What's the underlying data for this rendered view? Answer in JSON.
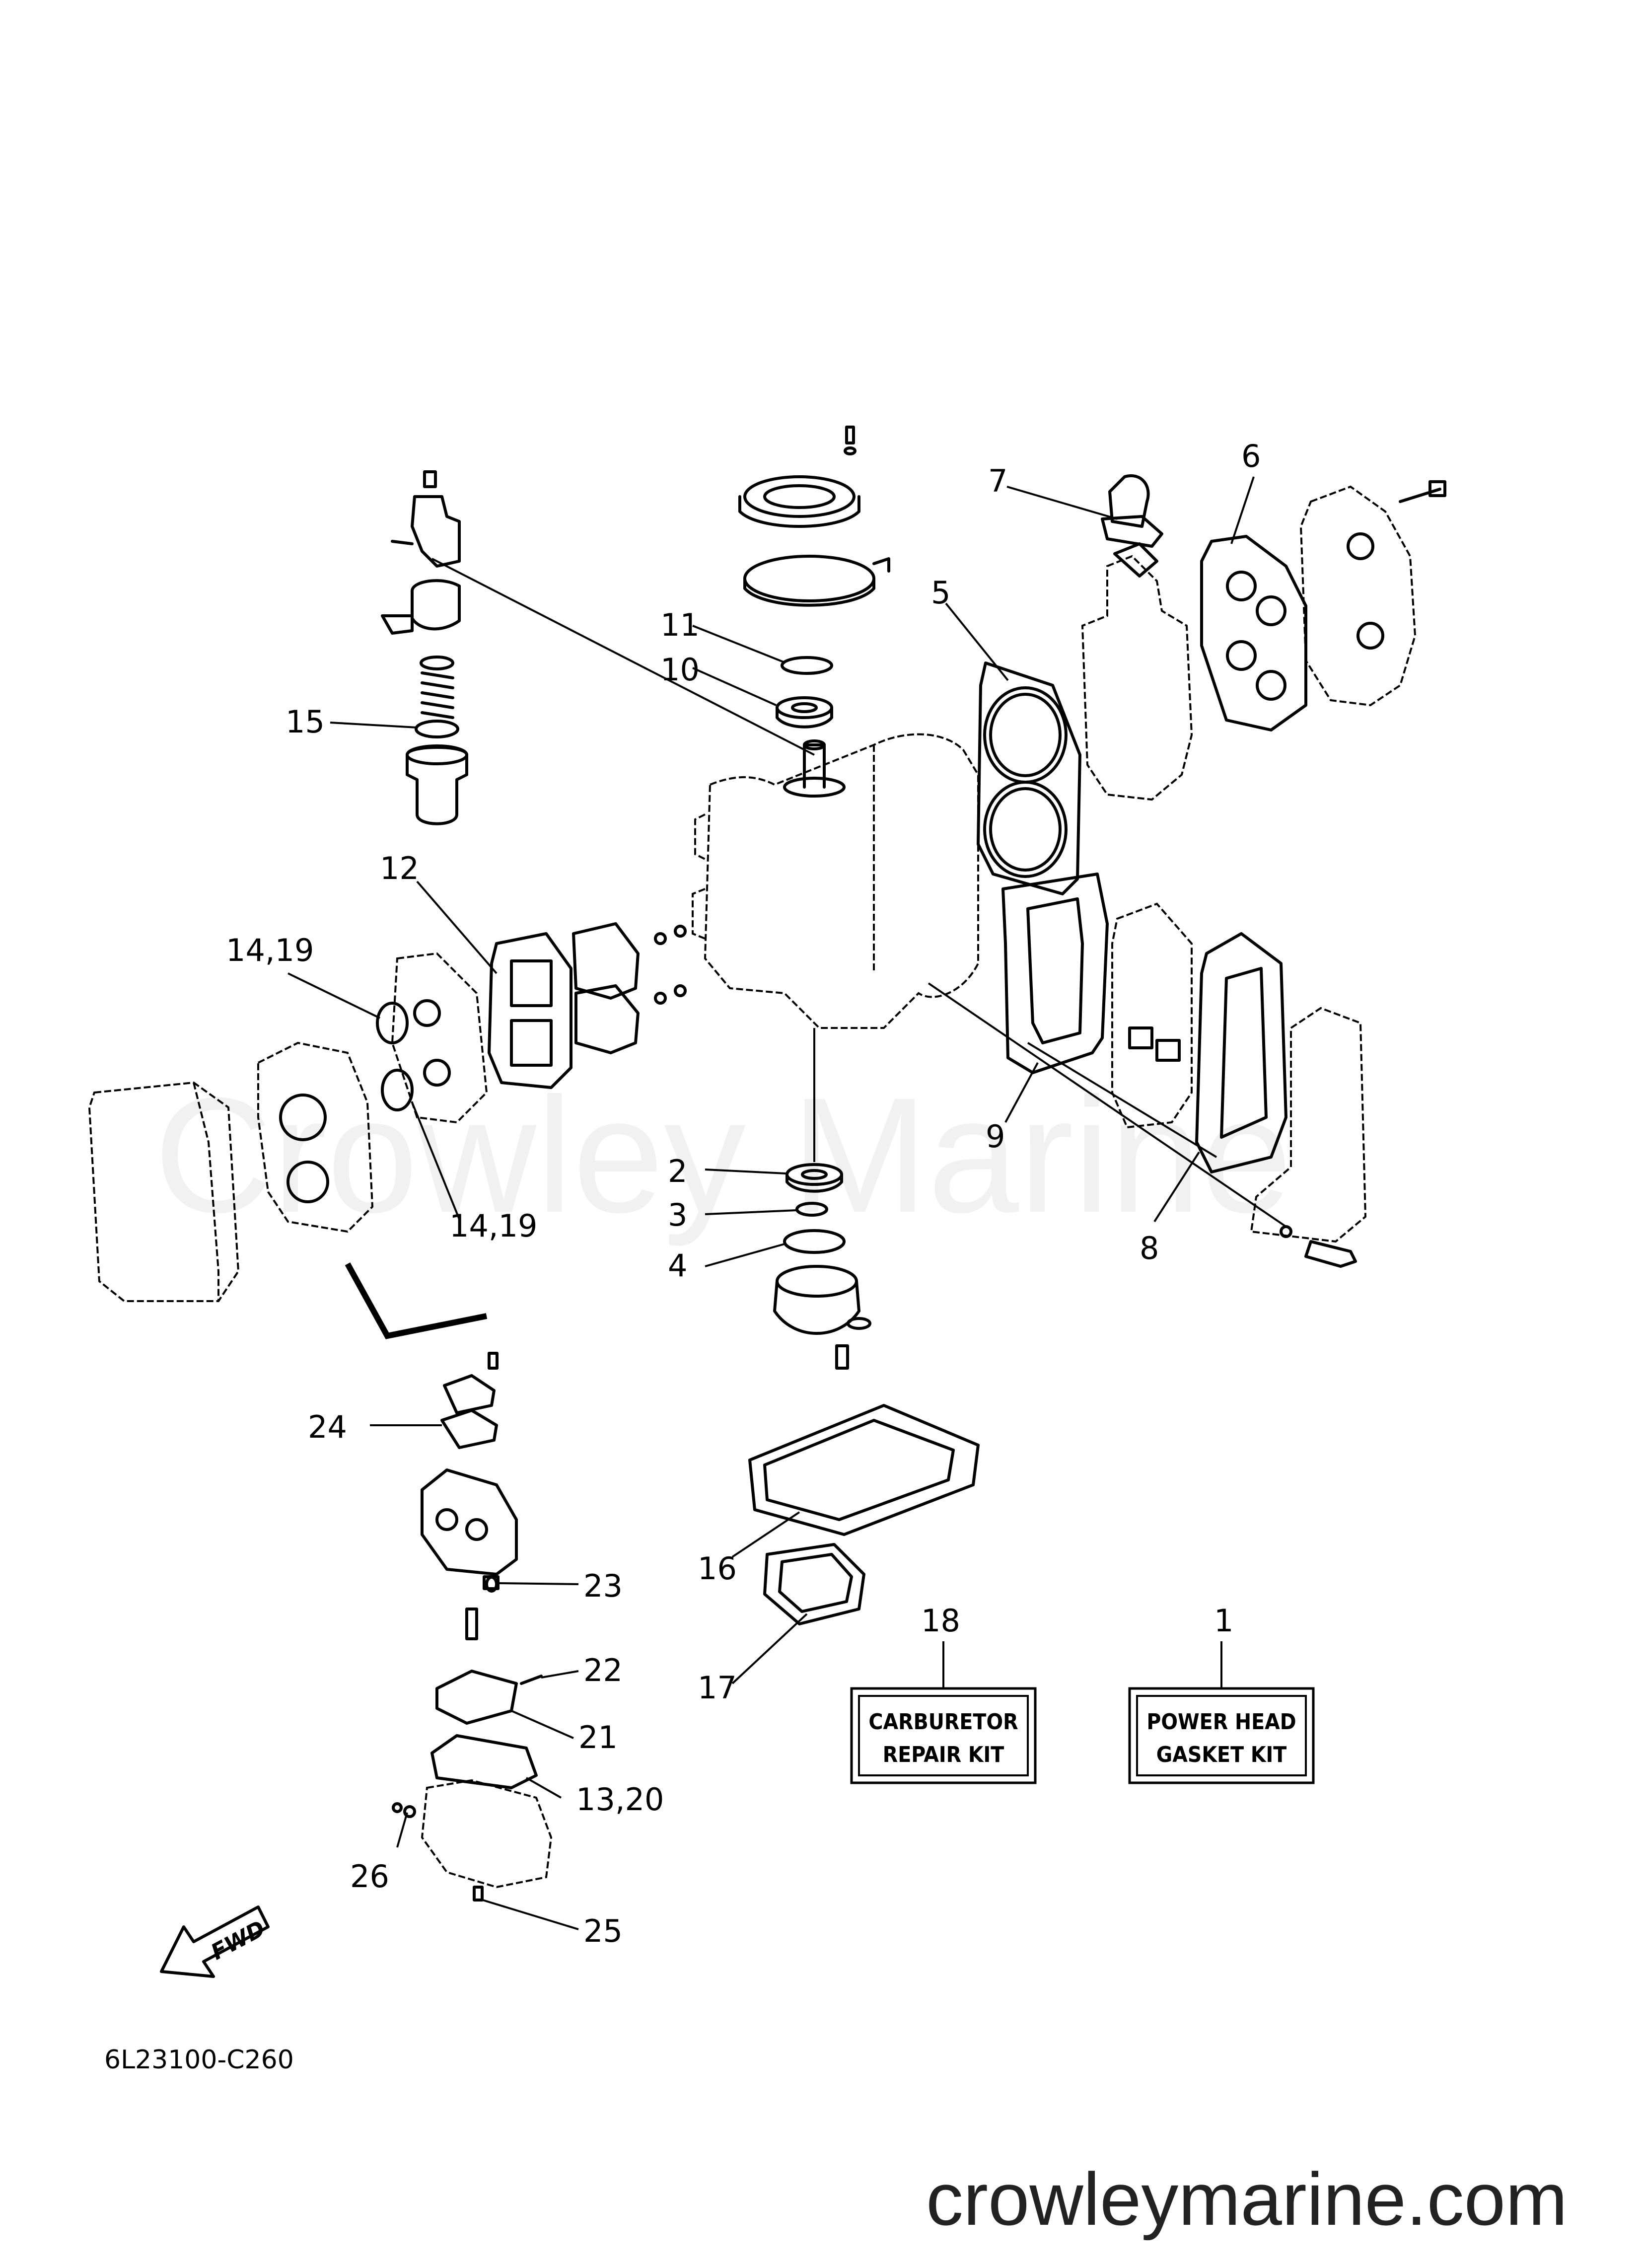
{
  "callouts": [
    {
      "id": "c1",
      "label": "1"
    },
    {
      "id": "c2",
      "label": "2"
    },
    {
      "id": "c3",
      "label": "3"
    },
    {
      "id": "c4",
      "label": "4"
    },
    {
      "id": "c5",
      "label": "5"
    },
    {
      "id": "c6",
      "label": "6"
    },
    {
      "id": "c7",
      "label": "7"
    },
    {
      "id": "c8",
      "label": "8"
    },
    {
      "id": "c9",
      "label": "9"
    },
    {
      "id": "c10",
      "label": "10"
    },
    {
      "id": "c11",
      "label": "11"
    },
    {
      "id": "c12",
      "label": "12"
    },
    {
      "id": "c14a",
      "label": "14,19"
    },
    {
      "id": "c14b",
      "label": "14,19"
    },
    {
      "id": "c15",
      "label": "15"
    },
    {
      "id": "c16",
      "label": "16"
    },
    {
      "id": "c17",
      "label": "17"
    },
    {
      "id": "c18",
      "label": "18"
    },
    {
      "id": "c13",
      "label": "13,20"
    },
    {
      "id": "c21",
      "label": "21"
    },
    {
      "id": "c22",
      "label": "22"
    },
    {
      "id": "c23",
      "label": "23"
    },
    {
      "id": "c24",
      "label": "24"
    },
    {
      "id": "c25",
      "label": "25"
    },
    {
      "id": "c26",
      "label": "26"
    }
  ],
  "kits": {
    "carburetor_line1": "CARBURETOR",
    "carburetor_line2": "REPAIR KIT",
    "powerhead_line1": "POWER HEAD",
    "powerhead_line2": "GASKET KIT"
  },
  "fwd_label": "FWD",
  "diagram_code": "6L23100-C260",
  "watermark": "Crowley Marine",
  "site_url": "crowleymarine.com"
}
